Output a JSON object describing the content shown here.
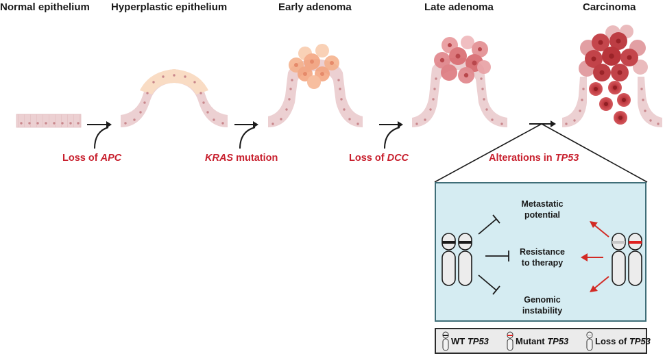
{
  "stages": [
    {
      "title": "Normal epithelium"
    },
    {
      "title": "Hyperplastic epithelium"
    },
    {
      "title": "Early adenoma"
    },
    {
      "title": "Late adenoma"
    },
    {
      "title": "Carcinoma"
    }
  ],
  "transitions": [
    {
      "prefix": "Loss of ",
      "gene": "APC",
      "suffix": ""
    },
    {
      "prefix": "",
      "gene": "KRAS",
      "suffix": " mutation"
    },
    {
      "prefix": "Loss of ",
      "gene": "DCC",
      "suffix": ""
    },
    {
      "prefix": "Alterations in ",
      "gene": "TP53",
      "suffix": ""
    }
  ],
  "tp53_panel": {
    "effects": [
      {
        "line1": "Metastatic",
        "line2": "potential"
      },
      {
        "line1": "Resistance",
        "line2": "to therapy"
      },
      {
        "line1": "Genomic",
        "line2": "instability"
      }
    ],
    "wildtype_relation": "inhibits",
    "mutant_relation": "promotes"
  },
  "legend": [
    {
      "prefix": "WT ",
      "gene": "TP53",
      "icon": "wt-chromosome-icon"
    },
    {
      "prefix": "Mutant ",
      "gene": "TP53",
      "icon": "mutant-chromosome-icon"
    },
    {
      "prefix": "Loss of ",
      "gene": "TP53",
      "icon": "loss-chromosome-icon"
    }
  ],
  "colors": {
    "mutation_label": "#c8202e",
    "tissue": "#ecd0d2",
    "hyperplastic": "#f9d9c0",
    "early_adenoma": "#f5a57e",
    "late_adenoma": "#dc7075",
    "carcinoma": "#b8353b",
    "panel_bg": "#d5ecf2",
    "panel_border": "#3f6e78",
    "promote_arrow": "#d22a24"
  }
}
